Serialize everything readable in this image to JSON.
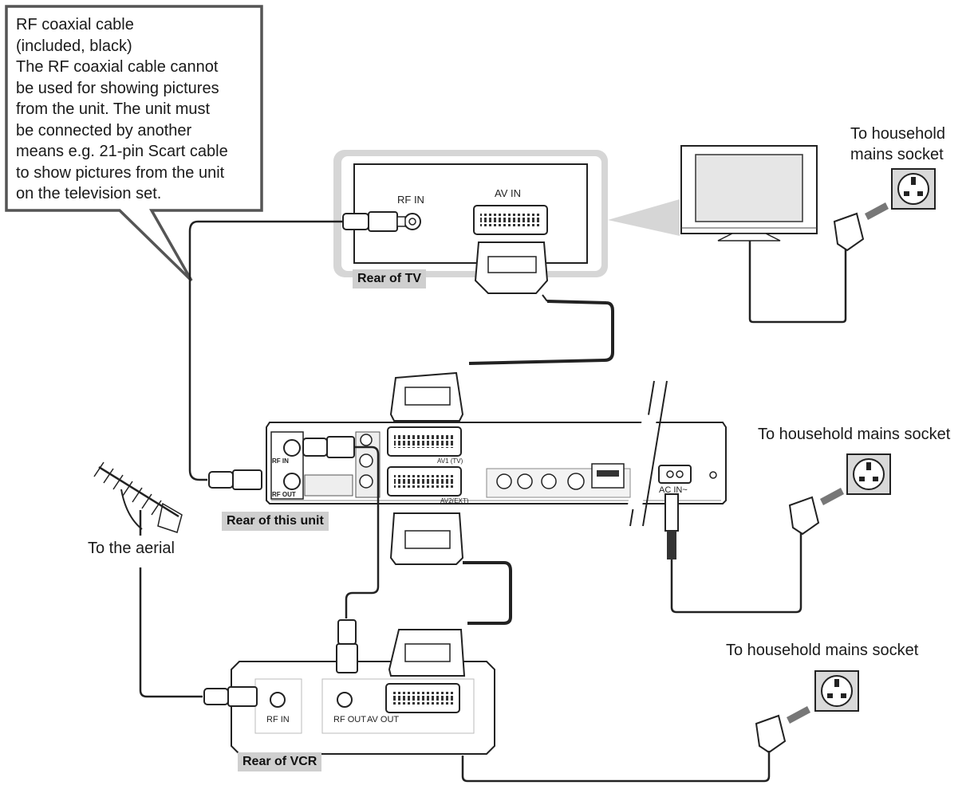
{
  "callout": {
    "lines": [
      "RF coaxial cable",
      "(included, black)",
      "The RF coaxial cable cannot",
      "be used for showing pictures",
      "from the unit. The unit must",
      "be connected by another",
      "means e.g. 21-pin Scart cable",
      "to show pictures from the unit",
      "on the television set."
    ]
  },
  "labels": {
    "mains_tv_line1": "To household",
    "mains_tv_line2": "mains socket",
    "mains_unit": "To household mains socket",
    "mains_vcr": "To household mains socket",
    "aerial": "To the aerial"
  },
  "tags": {
    "rear_tv": "Rear of TV",
    "rear_unit": "Rear of this unit",
    "rear_vcr": "Rear of VCR"
  },
  "connectors": {
    "tv_rf_in": "RF IN",
    "tv_av_in": "AV IN",
    "unit_rf_in": "RF IN",
    "unit_rf_out": "RF OUT",
    "unit_av1": "AV1 (TV)",
    "unit_av2": "AV2(EXT)",
    "unit_ac_in": "AC IN~",
    "vcr_rf_in": "RF IN",
    "vcr_rf_out": "RF OUT",
    "vcr_av_out": "AV OUT"
  }
}
